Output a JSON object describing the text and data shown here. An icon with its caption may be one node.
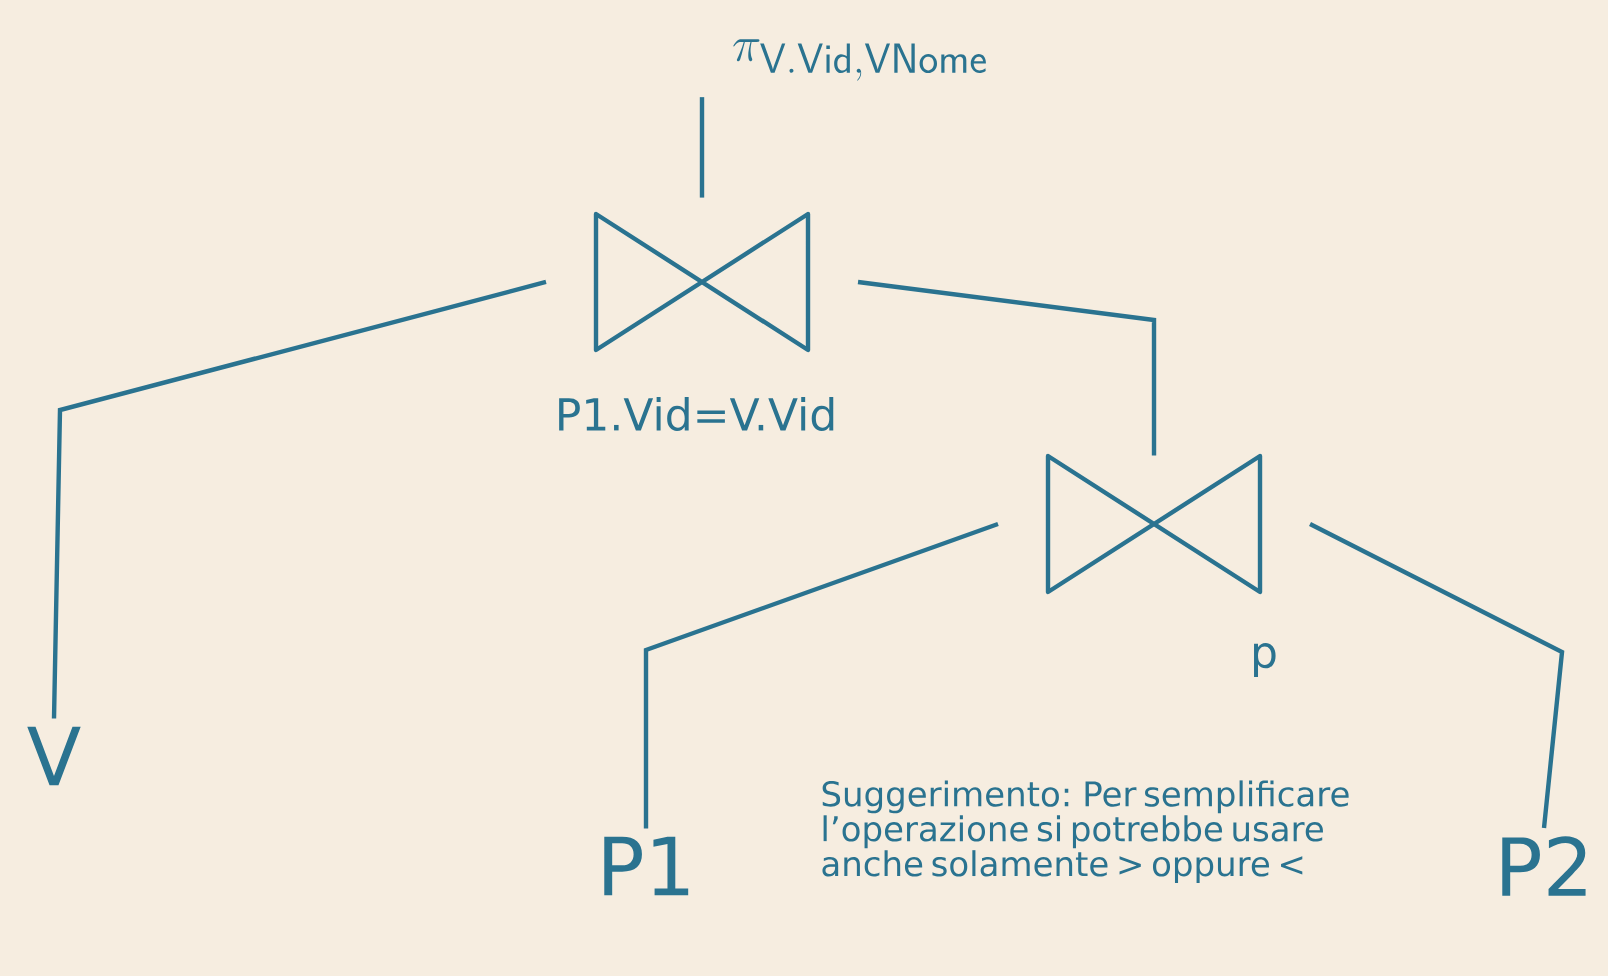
{
  "diagram": {
    "nodes": [
      {
        "text": [
          "\\pi_{\\mathsf{V.Vid,VNome}}"
        ]
      },
      {
        "text": [],
        "shape": "bowtie",
        "beside": [
          "P1.Vid=V.Vid"
        ]
      },
      {
        "text": [
          "V"
        ]
      },
      {
        "text": [],
        "shape": "bowtie",
        "beside": [
          "p"
        ]
      },
      {
        "text": [
          "P1"
        ]
      },
      {
        "text": [
          "P2"
        ]
      }
    ],
    "edges": [
      {
        "from": 0,
        "to": 1,
        "arrow": "none"
      },
      {
        "from": 1,
        "to": 2,
        "arrow": "none"
      },
      {
        "from": 1,
        "to": 3,
        "arrow": "none"
      },
      {
        "from": 3,
        "to": 4,
        "arrow": "none"
      },
      {
        "from": 3,
        "to": 5,
        "arrow": "none"
      }
    ],
    "labels": [
      "Suggerimento: Per semplificare l’operazione si potrebbe usare anche solamente > oppure <"
    ]
  }
}
